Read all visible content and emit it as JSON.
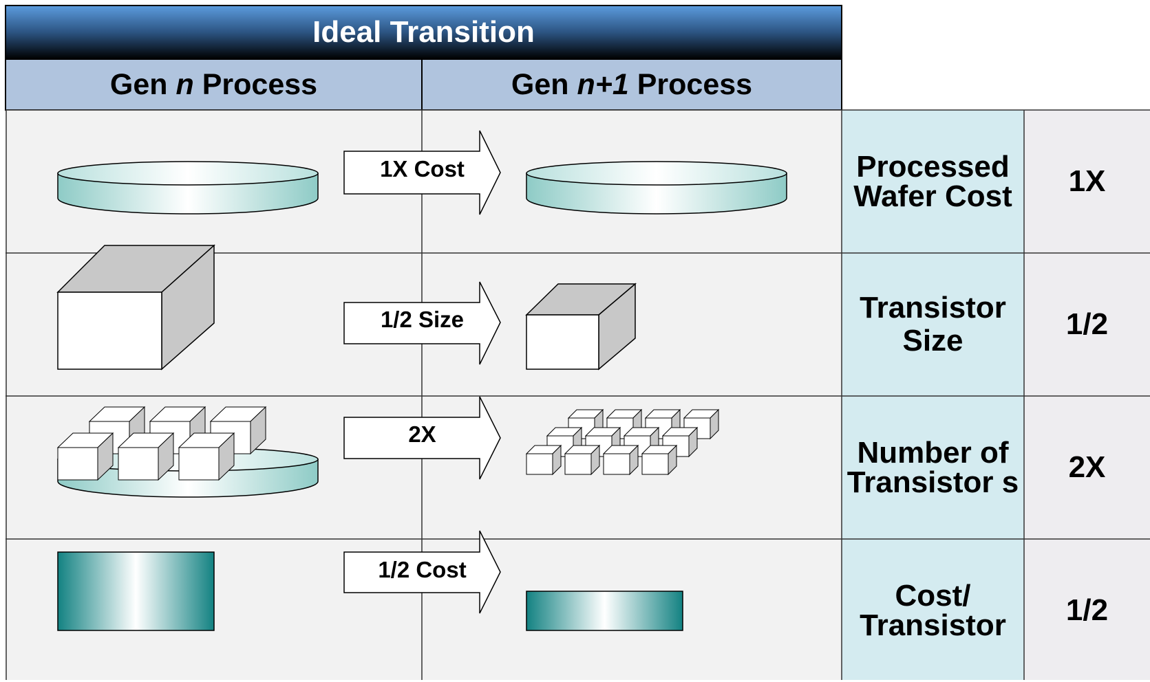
{
  "header": {
    "title": "Ideal Transition",
    "gen_n": {
      "prefix": "Gen ",
      "var": "n",
      "suffix": " Process"
    },
    "gen_n1": {
      "prefix": "Gen ",
      "var": "n+1",
      "suffix": " Process"
    }
  },
  "rows": [
    {
      "arrow_label": "1X Cost",
      "metric": "Processed Wafer Cost",
      "value": "1X"
    },
    {
      "arrow_label": "1/2 Size",
      "metric": "Transistor Size",
      "value": "1/2"
    },
    {
      "arrow_label": "2X",
      "metric": "Number of Transistor s",
      "value": "2X"
    },
    {
      "arrow_label": "1/2 Cost",
      "metric": "Cost/ Transistor",
      "value": "1/2"
    }
  ],
  "colors": {
    "header_gradient_top": "#5c9cde",
    "header_gradient_bottom": "#000000",
    "column_header_fill": "#b0c4de",
    "cell_fill": "#f2f2f2",
    "metric_fill": "#d4ebf0",
    "value_fill": "#eeedf0",
    "wafer_teal": "#8ecbc6",
    "cost_bar_teal": "#138282",
    "cube_top": "#c8c8c8"
  }
}
